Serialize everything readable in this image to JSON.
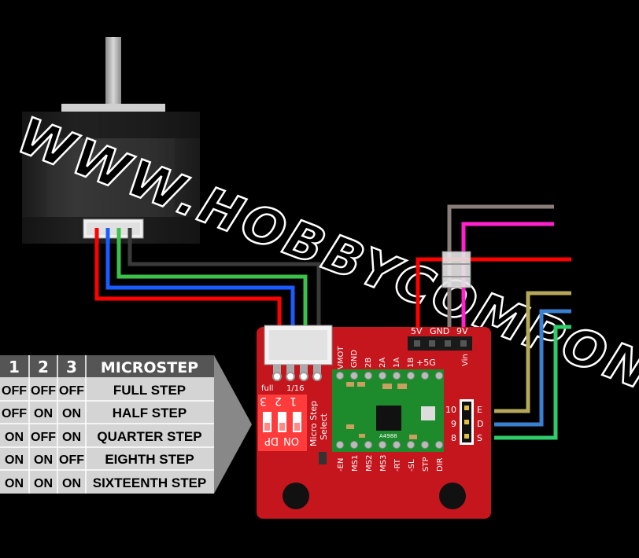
{
  "watermark": "WWW.HOBBYCOMPONENTS.COM",
  "board": {
    "power_pins": [
      "5V",
      "GND",
      "9V"
    ],
    "plus5g": "+5G",
    "vin": "Vin",
    "top_pins": [
      "VMOT",
      "GND",
      "2B",
      "2A",
      "1A",
      "1B"
    ],
    "bottom_pins": [
      "-EN",
      "MS1",
      "MS2",
      "MS3",
      "-RT",
      "-SL",
      "STP",
      "DIR"
    ],
    "chip_label": "A4988",
    "full_label": "full",
    "sixteenth_label": "1/16",
    "dip_numbers": [
      "3",
      "2",
      "1"
    ],
    "dip_on": "ON",
    "dip_dp": "DP",
    "micro_step_line1": "Micro Step",
    "micro_step_line2": "Select",
    "header_numbers": [
      "10",
      "9",
      "8"
    ],
    "header_letters": [
      "E",
      "D",
      "S"
    ]
  },
  "table": {
    "headers": [
      "1",
      "2",
      "3",
      "MICROSTEP"
    ],
    "rows": [
      [
        "OFF",
        "OFF",
        "OFF",
        "FULL STEP"
      ],
      [
        "OFF",
        "ON",
        "ON",
        "HALF STEP"
      ],
      [
        "ON",
        "OFF",
        "ON",
        "QUARTER STEP"
      ],
      [
        "ON",
        "ON",
        "OFF",
        "EIGHTH STEP"
      ],
      [
        "ON",
        "ON",
        "ON",
        "SIXTEENTH STEP"
      ]
    ]
  },
  "colors": {
    "pcb": "#c4161c",
    "wire_red": "#ff0000",
    "wire_blue": "#1a5cff",
    "wire_green": "#3cc24a",
    "wire_black": "#3a3a3a",
    "wire_brown": "#8a7c78",
    "wire_magenta": "#ff22cc",
    "wire_olive": "#b5a85a",
    "wire_lightblue": "#3a7fd0",
    "wire_lightgreen": "#2ecc6a"
  }
}
